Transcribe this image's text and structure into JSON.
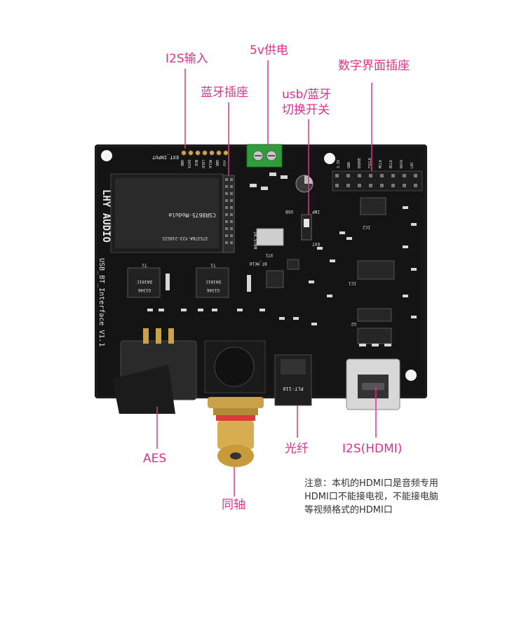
{
  "labels": {
    "i2s_in": "I2S输入",
    "power": "5v供电",
    "bt_socket": "蓝牙插座",
    "usb_bt_switch": "usb/蓝牙\n切换开关",
    "digital_socket": "数字界面插座",
    "aes": "AES",
    "coax": "同轴",
    "optical": "光纤",
    "i2s_hdmi": "I2S(HDMI)"
  },
  "note": {
    "line1": "注意：本机的HDMI口是音频专用",
    "line2": "HDMI口不能接电视，不能接电脑",
    "line3": "等视频格式的HDMI口"
  },
  "board": {
    "brand": "LHY AUDIO",
    "name": "USB_BT_Interface V1.1",
    "ext_input": "EXT_INPUT",
    "module": "CSR8675-Module",
    "module_code": "375378A-Y23-2105I5",
    "optical_part": "PLT-110",
    "xtal": "24.576M",
    "xt": "XT1",
    "ic1": "IC1",
    "ic2": "IC2",
    "u2": "U2",
    "t1": "T1",
    "t2": "T2",
    "da101c": "DA101C",
    "g1346": "G1346",
    "usb": "USB",
    "inp": "INP",
    "ext": "EXT",
    "bt_mclk": "BT_MCLK",
    "ext_pin_labels": [
      "GND",
      "DATA",
      "BCK",
      "LRCK",
      "MCLK",
      "GND",
      "+5V"
    ],
    "dig_pin_labels": [
      "3.3V",
      "GND",
      "DSDOE",
      "FSCLK",
      "MCLK",
      "BCLK",
      "DATA",
      "LRC"
    ]
  },
  "colors": {
    "accent": "#e0308a",
    "board": "#131313",
    "terminal": "#2e9e3a"
  }
}
